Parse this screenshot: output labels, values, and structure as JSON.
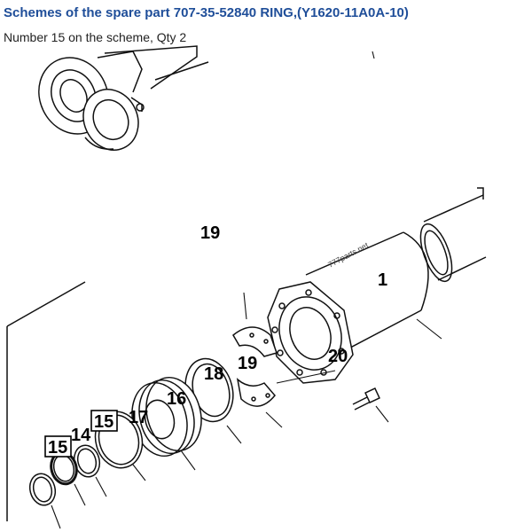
{
  "header": {
    "title": "Schemes of the spare part 707-35-52840 RING,(Y1620-11A0A-10)",
    "subtitle": "Number 15 on the scheme, Qty 2"
  },
  "diagram": {
    "watermark": "777parts.net",
    "labels": {
      "p1": "1",
      "p14": "14",
      "p15a": "15",
      "p15b": "15",
      "p16": "16",
      "p17": "17",
      "p18": "18",
      "p19a": "19",
      "p19b": "19",
      "p20": "20"
    },
    "highlight_part": "15"
  }
}
